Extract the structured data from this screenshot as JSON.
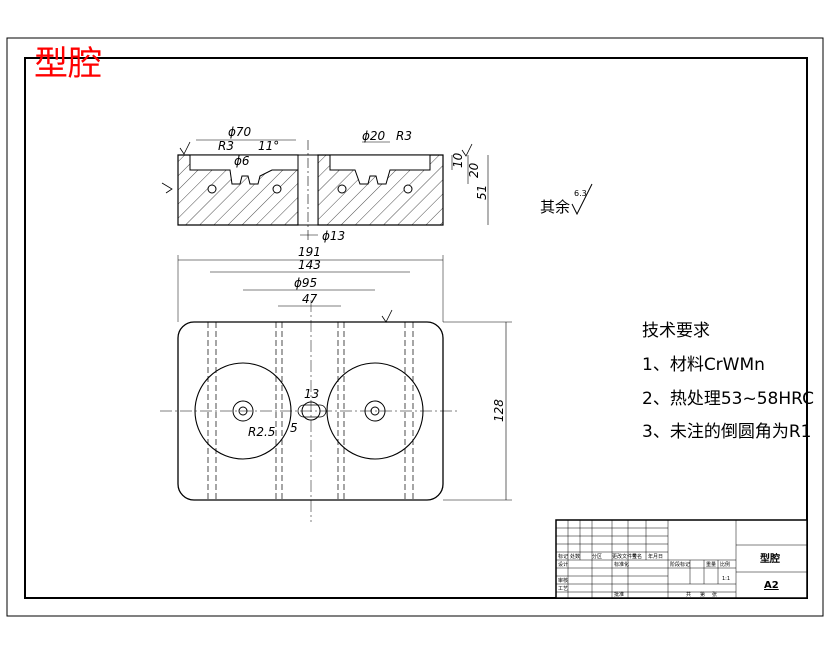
{
  "banner_title": "型腔",
  "section_view": {
    "dims": {
      "outer_dia": "ϕ70",
      "radius_left": "R3",
      "hole_dia": "ϕ6",
      "angle": "11°",
      "inner_dia": "ϕ20",
      "radius_right": "R3",
      "depth_10": "10",
      "depth_20": "20",
      "height_51": "51",
      "bore": "ϕ13"
    },
    "roughness_marks": [
      "Ra",
      "Ra",
      "Ra"
    ]
  },
  "plan_view": {
    "dims": {
      "overall_width": "191",
      "hole_spacing": "143",
      "cavity_dia": "ϕ95",
      "center_spacing": "47",
      "runner_width": "13",
      "gate_radius": "R2.5",
      "gate_len": "5",
      "overall_height": "128"
    }
  },
  "other_finish": {
    "label": "其余",
    "roughness_value": "6.3"
  },
  "technical_requirements": {
    "title": "技术要求",
    "items": [
      "1、材料CrWMn",
      "2、热处理53~58HRC",
      "3、未注的倒圆角为R1"
    ]
  },
  "title_block": {
    "part_name": "型腔",
    "sheet_size": "A2",
    "labels": {
      "mark": "标记",
      "count": "处数",
      "zone": "分区",
      "change_doc": "更改文件号",
      "signature": "签名",
      "date": "年月日",
      "designer": "设计",
      "standardize": "标准化",
      "check": "审核",
      "process": "工艺",
      "approve": "批准",
      "stage_mark": "阶段标记",
      "weight": "重量",
      "scale": "比例",
      "sheets_total": "共",
      "sheet_no": "张",
      "sheet_word": "第",
      "scale_value": "1:1"
    }
  }
}
